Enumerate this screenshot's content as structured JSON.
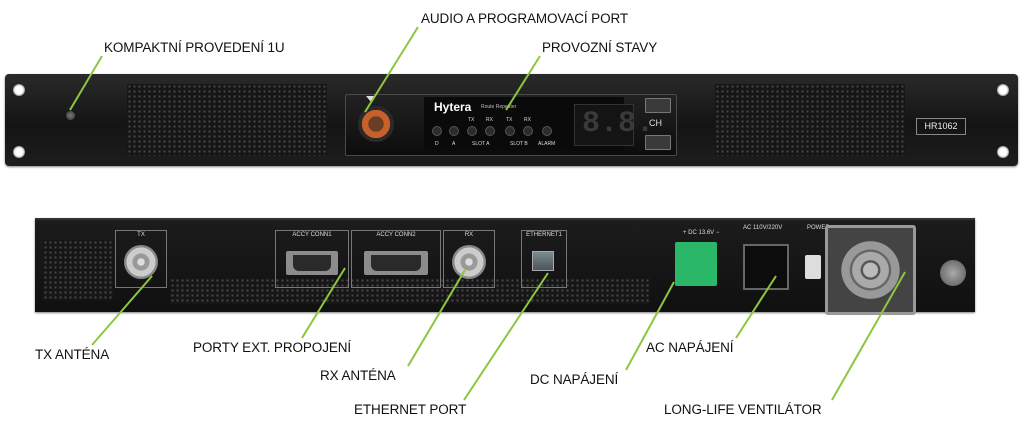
{
  "callouts": {
    "audio_port": "AUDIO A PROGRAMOVACÍ PORT",
    "compact": "KOMPAKTNÍ PROVEDENÍ 1U",
    "status": "PROVOZNÍ STAVY",
    "tx_antenna": "TX ANTÉNA",
    "ext_ports": "PORTY EXT. PROPOJENÍ",
    "rx_antenna": "RX ANTÉNA",
    "ethernet": "ETHERNET PORT",
    "dc_power": "DC NAPÁJENÍ",
    "ac_power": "AC NAPÁJENÍ",
    "fan": "LONG-LIFE VENTILÁTOR"
  },
  "front": {
    "brand": "Hytera",
    "brand_sub": "Route Repeater",
    "led_labels": [
      "TX",
      "RX",
      "TX",
      "RX"
    ],
    "bottom_labels": [
      "D",
      "A",
      "SLOT A",
      "SLOT B",
      "ALARM"
    ],
    "display": "8.8.",
    "channel_label": "CH",
    "model": "HR1062"
  },
  "rear": {
    "tx_label": "TX",
    "accy1_label": "ACCY CONN1",
    "accy2_label": "ACCY CONN2",
    "rx_label": "RX",
    "eth_label": "ETHERNET1",
    "dc_label": "+ DC 13.6V −",
    "ac_label": "AC  110V/220V",
    "power_label": "POWER"
  },
  "colors": {
    "leader_line": "#8dc63f",
    "panel": "#161616",
    "dc_connector": "#2ab76a",
    "audio_connector": "#c8602a"
  }
}
